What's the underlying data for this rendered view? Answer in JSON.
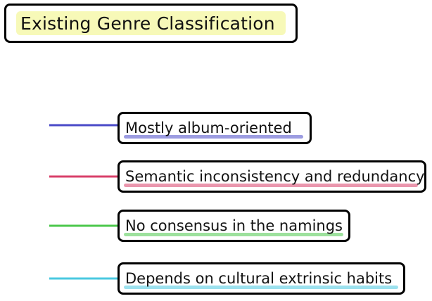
{
  "diagram": {
    "root": {
      "label": "Existing Genre Classification"
    },
    "children": [
      {
        "label": "Mostly album-oriented",
        "color": "#4a4ac8"
      },
      {
        "label": "Semantic inconsistency and redundancy",
        "color": "#d8406a"
      },
      {
        "label": "No consensus in the namings",
        "color": "#4cc84c"
      },
      {
        "label": "Depends on cultural extrinsic habits",
        "color": "#4ac8e0"
      }
    ],
    "colors": {
      "root_highlight": "#f7f9b8",
      "trunk_top": "#4a4ac8",
      "trunk_bottom": "#4ac8e0",
      "border": "#000000"
    }
  }
}
